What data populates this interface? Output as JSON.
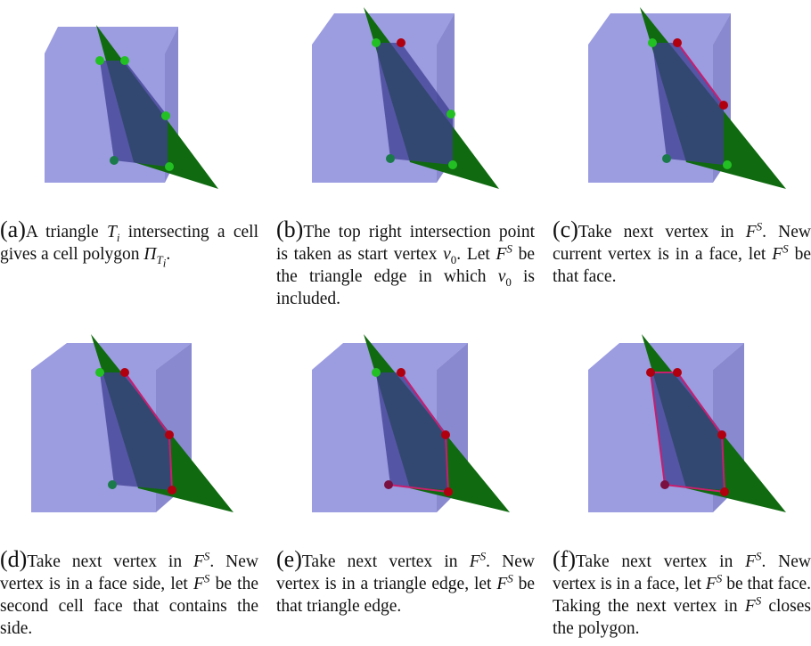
{
  "colors": {
    "cube": "#4b4bc8",
    "triangle": "#106a10",
    "green_vertex": "#22c022",
    "red_vertex": "#b00010",
    "polygon_edge": "#c81e6e"
  },
  "panels": [
    {
      "label": "(a)",
      "caption_html": "A triangle <i>T<sub>i</sub></i> intersecting a cell gives a cell polygon <i>&Pi;<sub>T<sub>i</sub></sub></i>."
    },
    {
      "label": "(b)",
      "caption_html": "The top right intersection point is taken as start vertex <i>v</i><sub>0</sub>. Let <i>F<sup>S</sup></i> be the triangle edge in which <i>v</i><sub>0</sub> is included."
    },
    {
      "label": "(c)",
      "caption_html": "Take next vertex in <i>F<sup>S</sup></i>. New current vertex is in a face, let <i>F<sup>S</sup></i> be that face."
    },
    {
      "label": "(d)",
      "caption_html": "Take next vertex in <i>F<sup>S</sup></i>. New vertex is in a face side, let <i>F<sup>S</sup></i> be the second cell face that contains the side."
    },
    {
      "label": "(e)",
      "caption_html": "Take next vertex in <i>F<sup>S</sup></i>. New vertex is in a triangle edge, let <i>F<sup>S</sup></i> be that triangle edge."
    },
    {
      "label": "(f)",
      "caption_html": "Take next vertex in <i>F<sup>S</sup></i>. New vertex is in a face, let <i>F<sup>S</sup></i> be that face. Taking the next vertex in <i>F<sup>S</sup></i> closes the polygon."
    }
  ]
}
